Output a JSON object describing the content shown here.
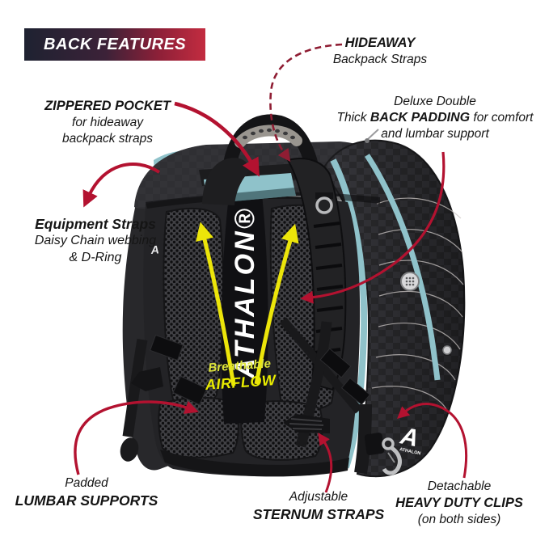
{
  "banner": {
    "title": "BACK FEATURES"
  },
  "annotations": {
    "hideaway": {
      "line1": "HIDEAWAY",
      "line2": "Backpack Straps"
    },
    "zippered_pocket": {
      "line1": "ZIPPERED POCKET",
      "line2": "for hideaway",
      "line3": "backpack straps"
    },
    "back_padding": {
      "line1": "Deluxe Double",
      "line2_pre": "Thick ",
      "line2_bold": "BACK PADDING",
      "line2_post": " for comfort",
      "line3": "and lumbar support"
    },
    "equipment_straps": {
      "line1": "Equipment Straps",
      "line2": "Daisy Chain webbing",
      "line3": "& D-Ring"
    },
    "lumbar_supports": {
      "line1": "Padded",
      "line2": "LUMBAR SUPPORTS"
    },
    "sternum_straps": {
      "line1": "Adjustable",
      "line2": "STERNUM STRAPS"
    },
    "heavy_duty_clips": {
      "line1": "Detachable",
      "line2": "HEAVY DUTY CLIPS",
      "line3": "(on both sides)"
    }
  },
  "bag": {
    "brand": "ATHALON®",
    "airflow_line1": "Breathable",
    "airflow_line2": "AIRFLOW",
    "logo_letter": "A",
    "logo_text": "ATHALON"
  },
  "colors": {
    "arrow_red": "#b31230",
    "dashed_red": "#8f1d33",
    "teal": "#8fc2ca",
    "airflow_yellow": "#e6e90a",
    "banner_left": "#1e2231",
    "banner_right": "#c32c40",
    "bag_dark": "#232326"
  }
}
